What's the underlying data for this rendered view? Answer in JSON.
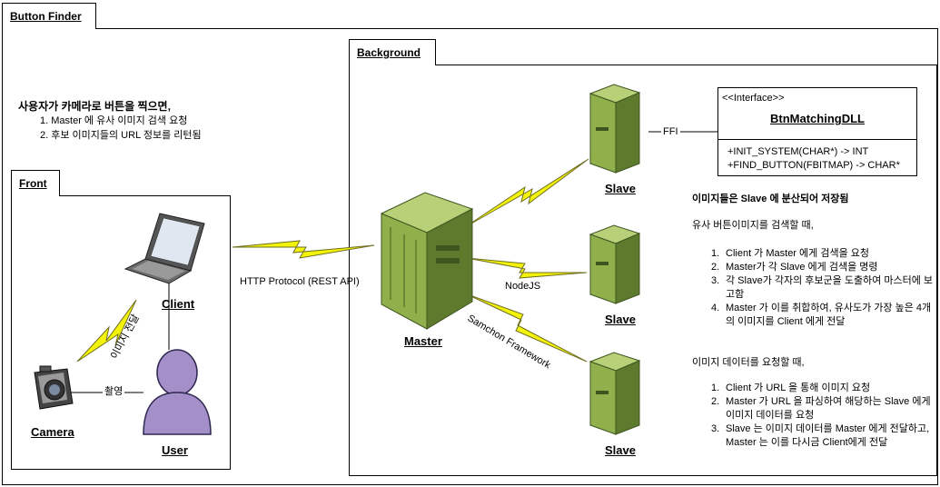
{
  "outer_tab": "Button Finder",
  "background_tab": "Background",
  "front_tab": "Front",
  "intro": {
    "title": "사용자가 카메라로 버튼을 찍으면,",
    "items": [
      "Master 에 유사 이미지 검색 요청",
      "후보 이미지들의 URL 정보를 리턴됨"
    ]
  },
  "nodes": {
    "client": "Client",
    "camera": "Camera",
    "user": "User",
    "master": "Master",
    "slave1": "Slave",
    "slave2": "Slave",
    "slave3": "Slave"
  },
  "links": {
    "http": "HTTP Protocol (REST API)",
    "nodejs": "NodeJS",
    "samchon": "Samchon Framework",
    "image_transfer": "이미지 전달",
    "shoot": "촬영",
    "ffi": "FFI"
  },
  "interface_box": {
    "stereotype": "<<Interface>>",
    "name": "BtnMatchingDLL",
    "methods": [
      "+INIT_SYSTEM(CHAR*) -> INT",
      "+FIND_BUTTON(FBITMAP) -> CHAR*"
    ]
  },
  "notes": {
    "heading": "이미지들은 Slave 에 분산되어 저장됨",
    "search_intro": "유사 버튼이미지를 검색할 때,",
    "search_steps": [
      "Client 가 Master 에게 검색을 요청",
      "Master가 각 Slave 에게 검색을 명령",
      "각 Slave가 각자의 후보군을 도출하여 마스터에 보고함",
      "Master 가 이를 취합하여, 유사도가 가장 높은 4개의 이미지를 Client 에게 전달"
    ],
    "request_intro": "이미지 데이터를 요청할 때,",
    "request_steps": [
      "Client 가 URL 을 통해 이미지 요청",
      "Master 가 URL 을 파싱하여 해당하는 Slave 에게 이미지 데이터를 요청",
      "Slave 는 이미지 데이터를 Master 에게 전달하고, Master 는 이를 다시금 Client에게 전달"
    ]
  },
  "colors": {
    "lightning": "#f2f20a",
    "server": "#8fb04a",
    "server_dark": "#5e7a2c",
    "user": "#a58fc8"
  }
}
